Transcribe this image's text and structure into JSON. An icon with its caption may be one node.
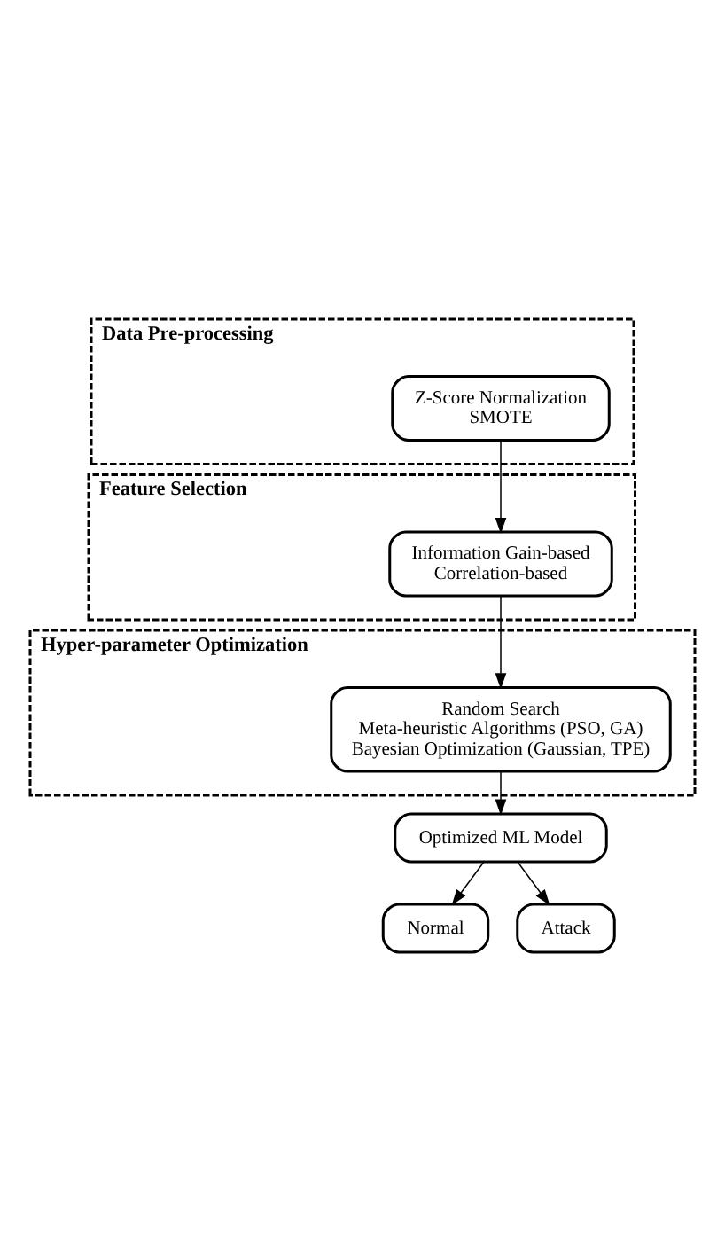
{
  "diagram": {
    "nodes": [
      {
        "text": [
          "Data Pre-processing"
        ]
      },
      {
        "text": [
          "Z-Score Normalization",
          "SMOTE"
        ],
        "in": 0
      },
      {
        "text": [
          "Feature Selection"
        ]
      },
      {
        "text": [
          "Information Gain-based",
          "Correlation-based"
        ],
        "in": 2
      },
      {
        "text": [
          "Hyper-parameter Optimization"
        ]
      },
      {
        "text": [
          "Random Search",
          "Meta-heuristic Algorithms (PSO, GA)",
          "Bayesian Optimization (Gaussian, TPE)"
        ],
        "in": 4
      },
      {
        "text": [
          "Optimized ML Model"
        ]
      },
      {
        "text": [
          "Normal"
        ]
      },
      {
        "text": [
          "Attack"
        ]
      }
    ],
    "edges": [
      {
        "from": 1,
        "to": 3,
        "arrow": "to"
      },
      {
        "from": 3,
        "to": 5,
        "arrow": "to"
      },
      {
        "from": 5,
        "to": 6,
        "arrow": "to"
      },
      {
        "from": 6,
        "to": 7,
        "arrow": "to"
      },
      {
        "from": 6,
        "to": 8,
        "arrow": "to"
      }
    ]
  }
}
